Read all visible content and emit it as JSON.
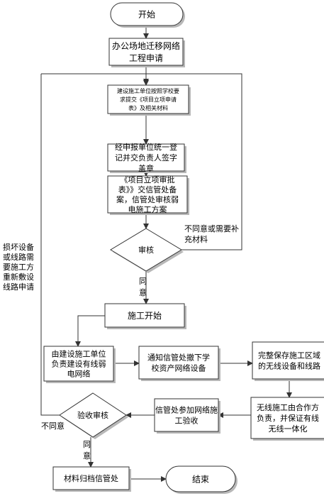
{
  "nodes": {
    "start": "开始",
    "apply": [
      "办公场地迁移网络",
      "工程申请"
    ],
    "submit": [
      "建设施工单位按照学校要",
      "求提交《项目立项申请",
      "表》及相关材料"
    ],
    "register": [
      "经申报单位统一登",
      "记并交负责人签字",
      "盖章"
    ],
    "record": [
      "《项目立项审批",
      "表》》交信管处备",
      "案，信管处审核弱",
      "电施工方案"
    ],
    "review": "审核",
    "construct": "施工开始",
    "build": [
      "由建设施工单位",
      "负责建设有线弱",
      "电网络"
    ],
    "notify": [
      "通知信管处撤下学",
      "校资产网络设备"
    ],
    "protect": [
      "完整保存施工区域",
      "的无线设备和线路"
    ],
    "wireless": [
      "无线施工由合作方",
      "负责，并保证有线",
      "无线一体化"
    ],
    "inspect": [
      "信管处参加网络施",
      "工验收"
    ],
    "accept": "验收审核",
    "archive": "材料归档信管处",
    "end": "结束"
  },
  "labels": {
    "reject_review": [
      "不同意或需要补",
      "充材料"
    ],
    "agree_review": [
      "同",
      "意"
    ],
    "damage_note": [
      "损坏设备",
      "或线路需",
      "要施工方",
      "重新敷设",
      "线路申请"
    ],
    "reject_accept": "不同意",
    "agree_accept": [
      "同",
      "意"
    ]
  },
  "colors": {
    "line": "#333333",
    "fill": "#ffffff",
    "shadow": "#b8b8b8"
  }
}
